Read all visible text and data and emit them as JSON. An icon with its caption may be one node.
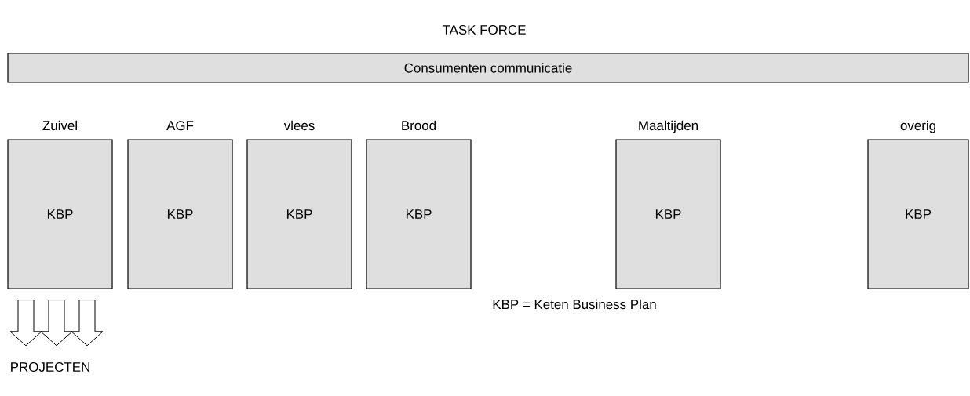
{
  "diagram": {
    "title": "TASK FORCE",
    "nodes": [
      {
        "text": [
          "Consumenten communicatie"
        ]
      },
      {
        "text": [
          "Zuivel",
          "KBP"
        ]
      },
      {
        "text": [
          "AGF",
          "KBP"
        ]
      },
      {
        "text": [
          "vlees",
          "KBP"
        ]
      },
      {
        "text": [
          "Brood",
          "KBP"
        ]
      },
      {
        "text": [
          "Maaltijden",
          "KBP"
        ]
      },
      {
        "text": [
          "overig",
          "KBP"
        ]
      },
      {
        "text": [
          "PROJECTEN"
        ]
      }
    ],
    "edges": [
      {
        "from": 1,
        "to": 7,
        "arrow": "to"
      },
      {
        "from": 1,
        "to": 7,
        "arrow": "to"
      },
      {
        "from": 1,
        "to": 7,
        "arrow": "to"
      }
    ],
    "labels": [
      "KBP = Keten Business Plan"
    ]
  }
}
